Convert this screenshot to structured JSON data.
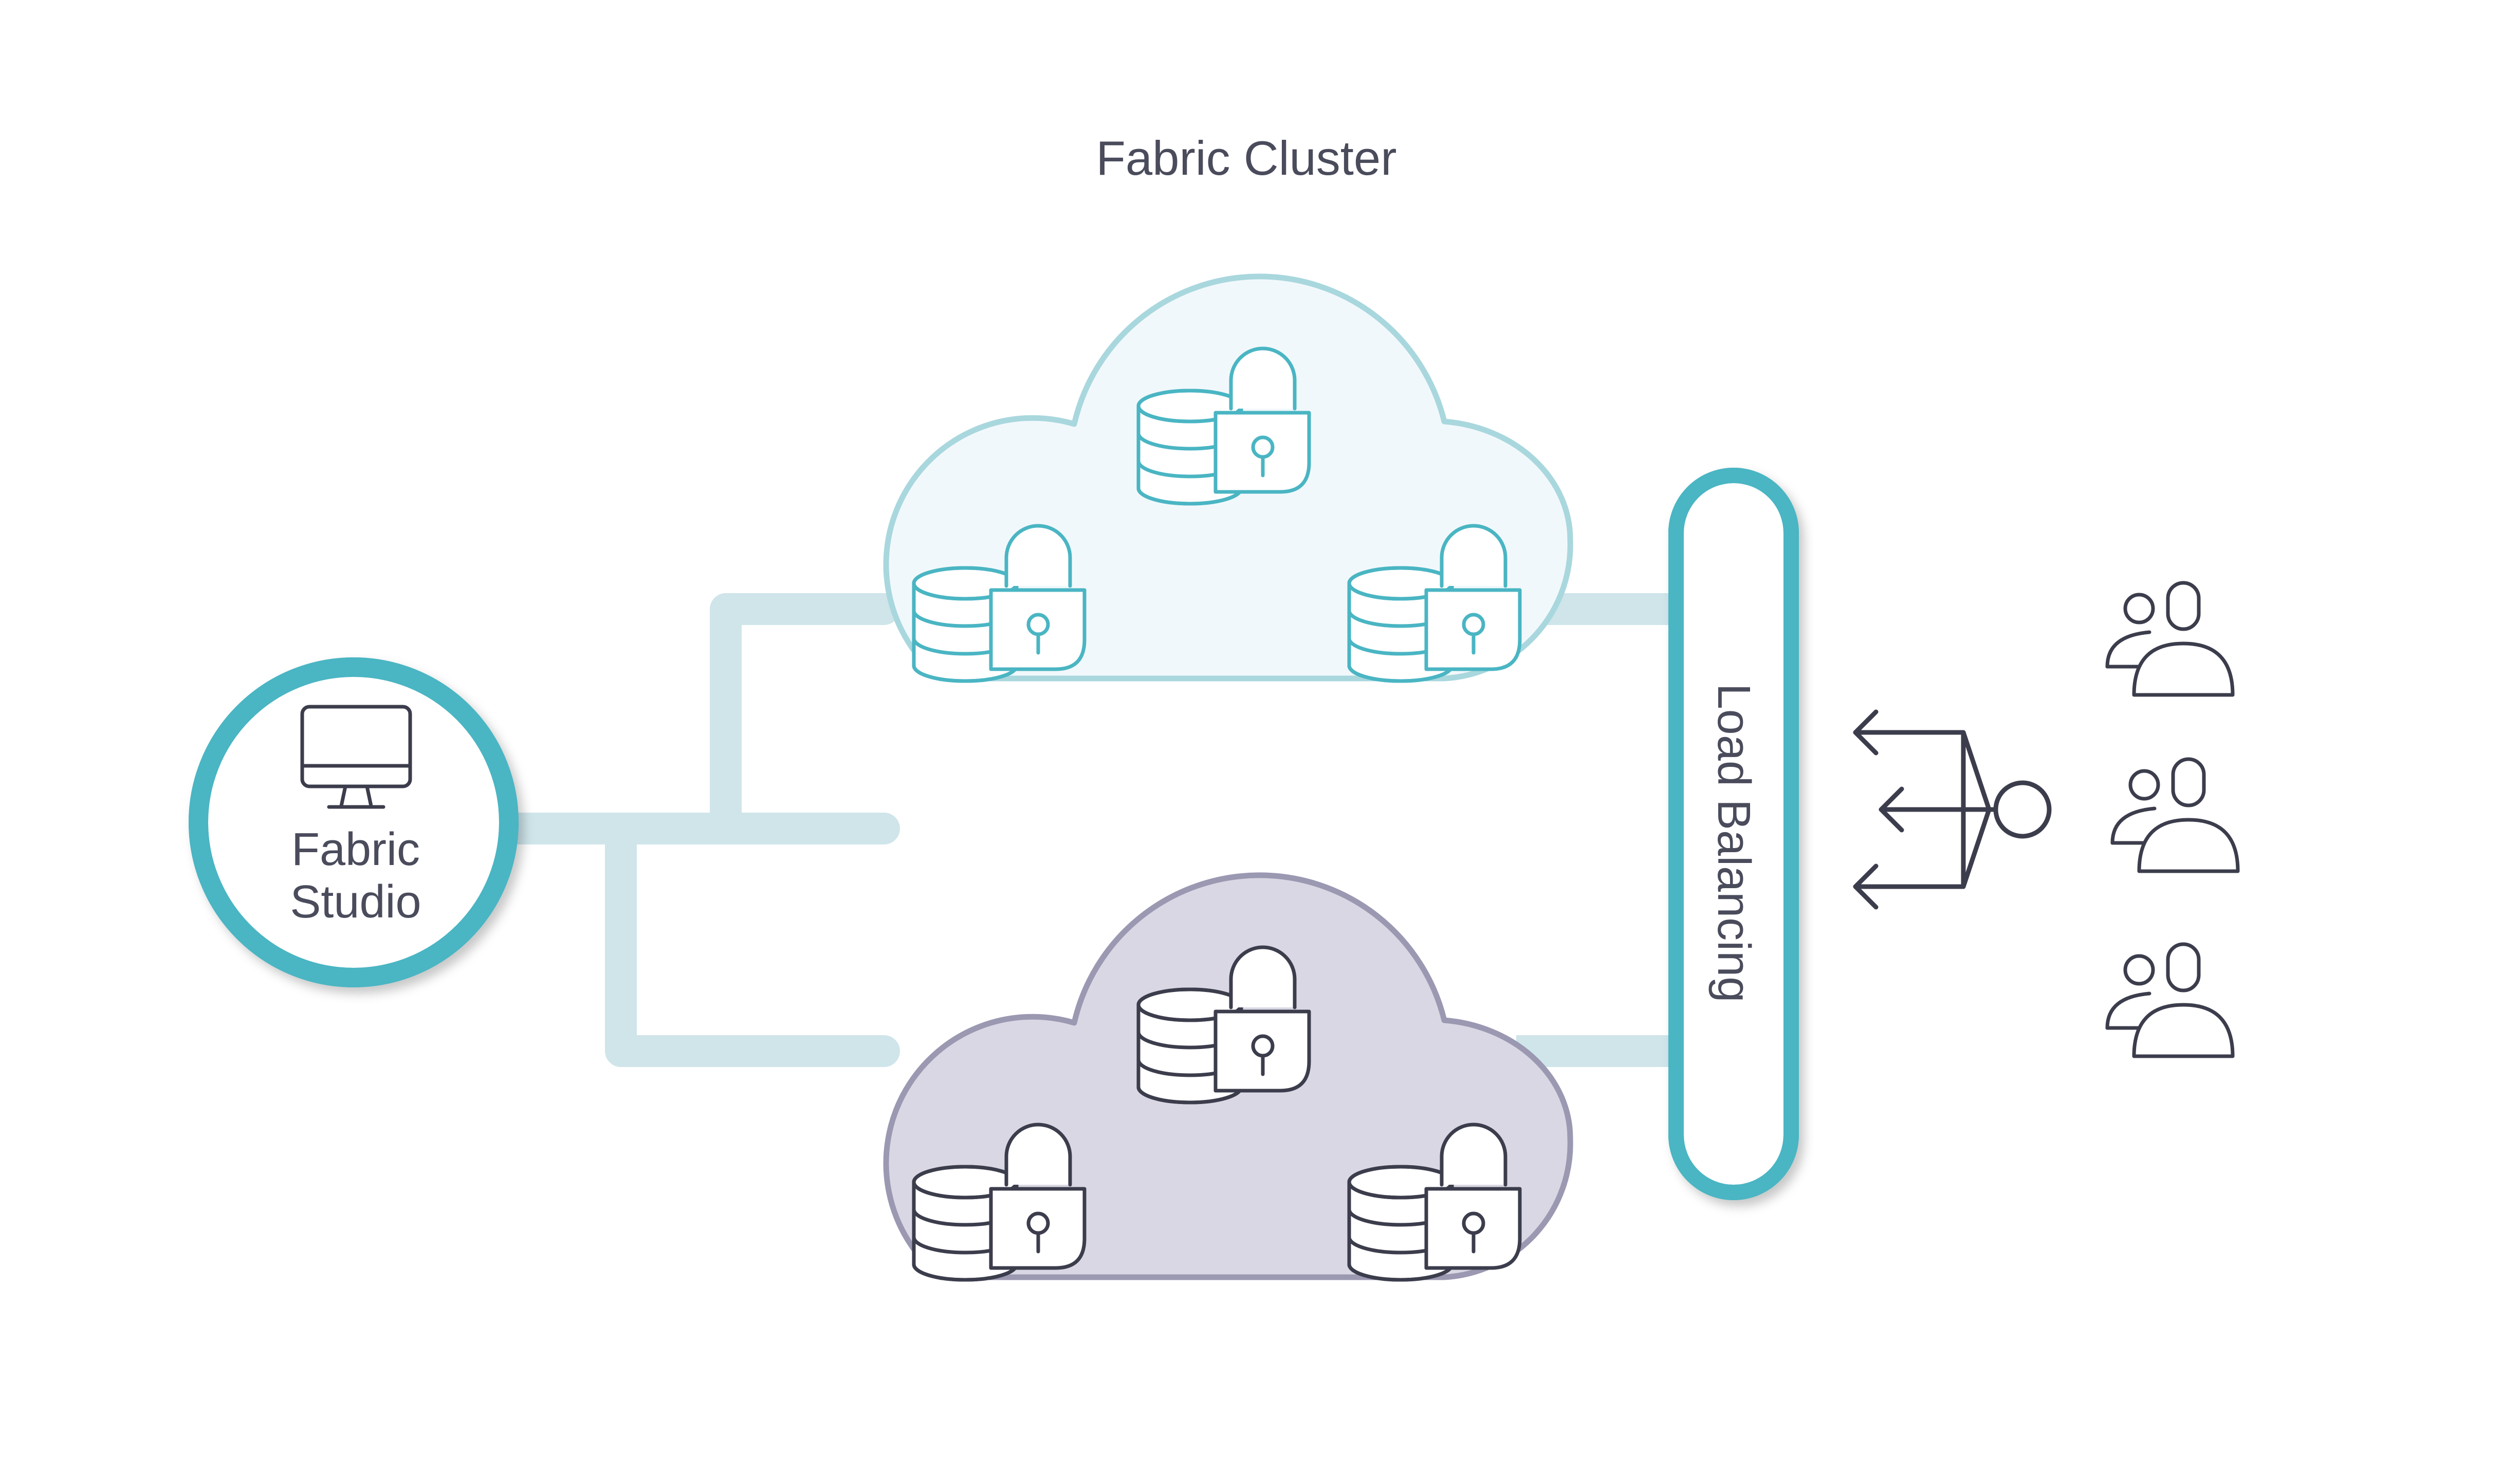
{
  "cluster_title": "Fabric Cluster",
  "studio": {
    "line1": "Fabric",
    "line2": "Studio",
    "icon": "monitor-icon"
  },
  "load_balancer": {
    "label": "Load Balancing"
  },
  "clouds": [
    {
      "name": "cloud-primary",
      "icon": "locked-database-icon",
      "count": 3
    },
    {
      "name": "cloud-secondary",
      "icon": "locked-database-icon",
      "count": 3
    }
  ],
  "users": {
    "icon": "users-group-icon",
    "count": 3
  },
  "router": {
    "icon": "fan-out-arrows-icon"
  },
  "colors": {
    "teal": "#4ab5c3",
    "teal_light": "#a9d7de",
    "connector": "#cfe5ea",
    "cloud_top_fill": "#f1f8fb",
    "cloud_bottom_fill": "#dad7e4",
    "cloud_bottom_stroke": "#9b98b2",
    "dark": "#3c3d4c",
    "text": "#4a4c5c"
  }
}
